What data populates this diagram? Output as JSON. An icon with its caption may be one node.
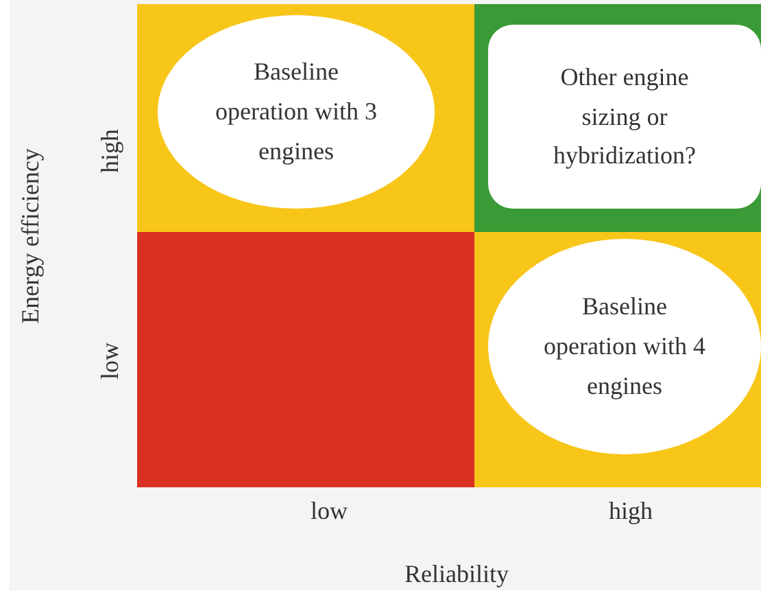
{
  "diagram": {
    "nodes": [
      {
        "text": [],
        "shape": "box"
      },
      {
        "text": [
          "Baseline operation with 3 engines"
        ],
        "in": 0
      },
      {
        "text": [],
        "shape": "box"
      },
      {
        "text": [
          "Other engine sizing or hybridization?"
        ],
        "in": 2
      },
      {
        "text": [],
        "shape": "box"
      },
      {
        "text": [],
        "shape": "box"
      },
      {
        "text": [
          "Baseline operation with 4 engines"
        ],
        "in": 5
      }
    ],
    "edges": [],
    "labels": [
      "high",
      "low",
      "Energy efficiency",
      "low",
      "high",
      "Reliability"
    ]
  }
}
